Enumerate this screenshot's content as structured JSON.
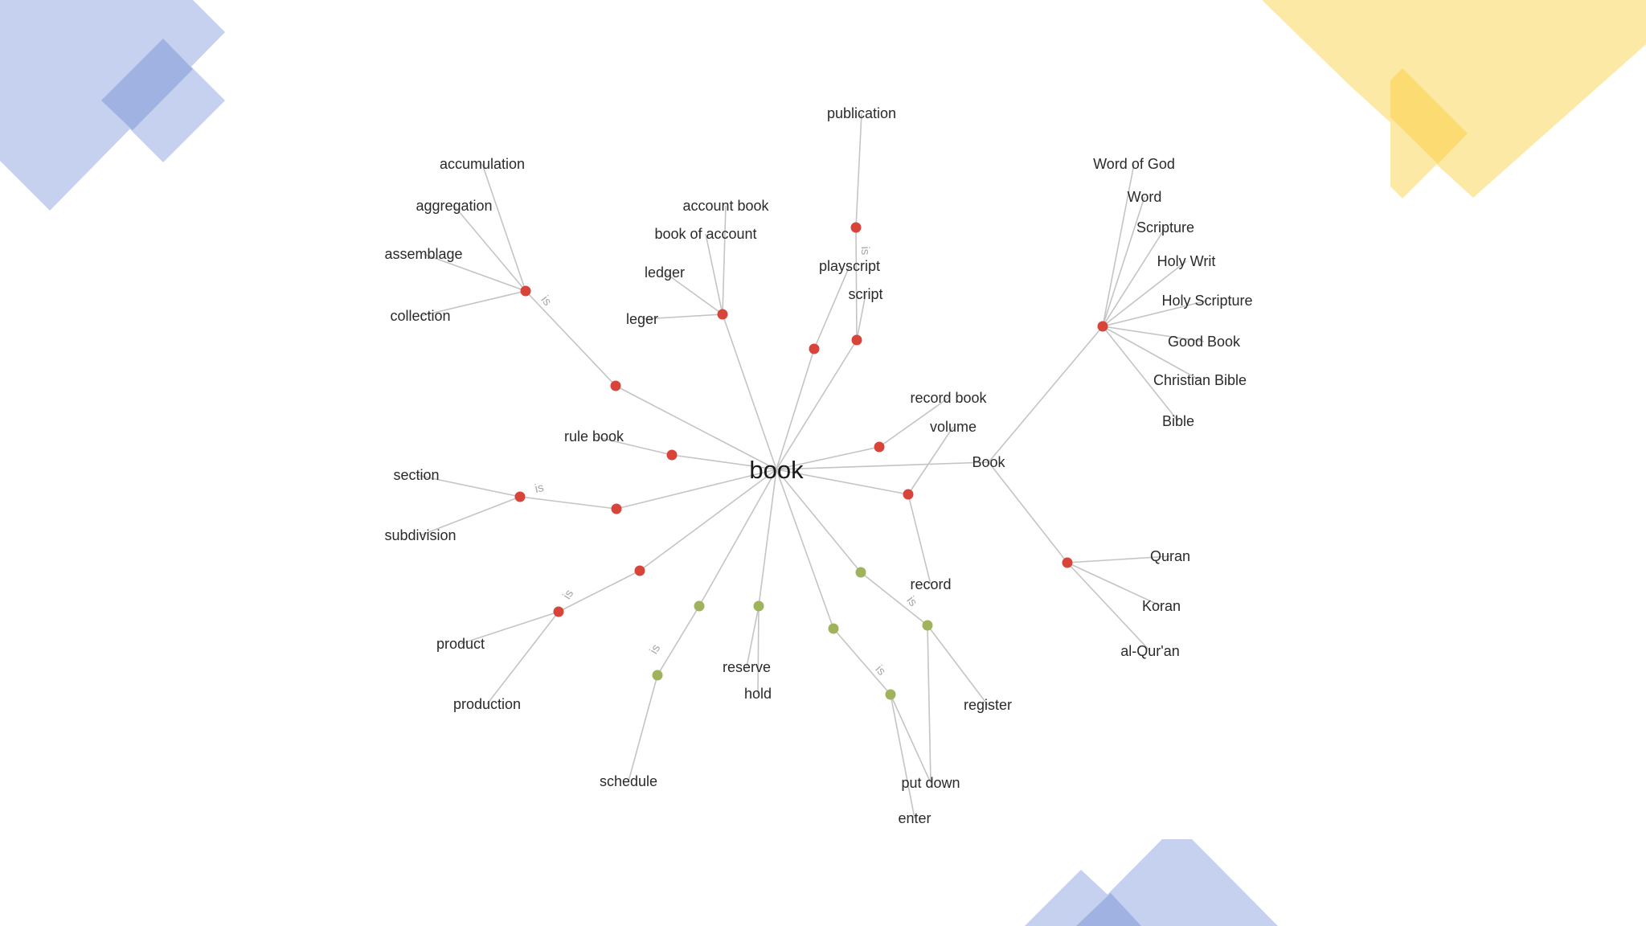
{
  "diagram": {
    "root": "book",
    "relation_label": "is",
    "colors": {
      "noun_sense": "#d9443a",
      "verb_sense": "#9fb35c",
      "edge": "#c4c4c4",
      "text": "#2a2a2a"
    },
    "words": {
      "publication": "publication",
      "accumulation": "accumulation",
      "aggregation": "aggregation",
      "assemblage": "assemblage",
      "collection": "collection",
      "account_book": "account book",
      "book_of_account": "book of account",
      "ledger": "ledger",
      "leger": "leger",
      "playscript": "playscript",
      "script": "script",
      "word_of_god": "Word of God",
      "word": "Word",
      "scripture": "Scripture",
      "holy_writ": "Holy Writ",
      "holy_scripture": "Holy Scripture",
      "good_book": "Good Book",
      "christian_bible": "Christian Bible",
      "bible": "Bible",
      "record_book": "record book",
      "volume": "volume",
      "book_cap": "Book",
      "rule_book": "rule book",
      "section": "section",
      "subdivision": "subdivision",
      "product": "product",
      "production": "production",
      "schedule": "schedule",
      "reserve": "reserve",
      "hold": "hold",
      "record": "record",
      "register": "register",
      "put_down": "put down",
      "enter": "enter",
      "quran": "Quran",
      "koran": "Koran",
      "al_quran": "al-Qur'an"
    }
  },
  "decor": {
    "blue": "#c5d1ef",
    "blue_dark": "#9fb2e2",
    "yellow": "#fde9a6",
    "yellow_dark": "#fcdc72"
  }
}
